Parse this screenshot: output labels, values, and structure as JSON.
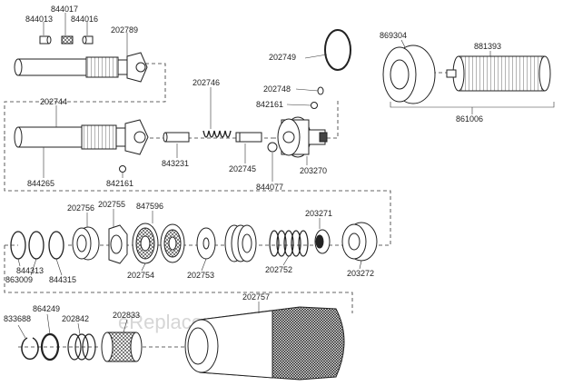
{
  "watermark": "eReplacementParts.com",
  "part_labels": {
    "p844017": "844017",
    "p844013": "844013",
    "p844016": "844016",
    "p202789": "202789",
    "p202744": "202744",
    "p844265": "844265",
    "p842161a": "842161",
    "p843231": "843231",
    "p202746": "202746",
    "p202745": "202745",
    "p844077": "844077",
    "p202749": "202749",
    "p202748": "202748",
    "p842161b": "842161",
    "p203270": "203270",
    "p869304": "869304",
    "p881393": "881393",
    "p861006": "861006",
    "p202756": "202756",
    "p202755": "202755",
    "p847596": "847596",
    "p203271": "203271",
    "p844313": "844313",
    "p863009": "863009",
    "p844315": "844315",
    "p202754": "202754",
    "p202753": "202753",
    "p202752": "202752",
    "p203272": "203272",
    "p202757": "202757",
    "p833688": "833688",
    "p864249": "864249",
    "p202842": "202842",
    "p202833": "202833"
  }
}
